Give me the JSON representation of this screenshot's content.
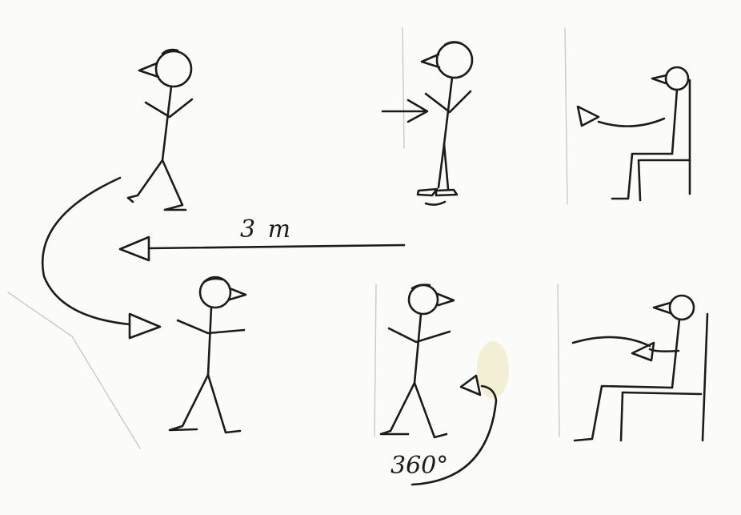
{
  "labels": {
    "distance": "3 m",
    "turn": "360°"
  },
  "panels": [
    {
      "id": "walking-figure",
      "icon": "stick-figure-walking"
    },
    {
      "id": "standing-figure-pushed",
      "icon": "stick-figure-standing"
    },
    {
      "id": "sitting-reach-forward",
      "icon": "stick-figure-sitting"
    },
    {
      "id": "standing-figure-arms-out",
      "icon": "stick-figure-standing"
    },
    {
      "id": "turning-figure",
      "icon": "stick-figure-turning"
    },
    {
      "id": "sitting-reach-back",
      "icon": "stick-figure-sitting"
    }
  ],
  "colors": {
    "ink": "#1c1c1c",
    "paper": "#fbfbf9",
    "highlight": "#f1eccb"
  }
}
